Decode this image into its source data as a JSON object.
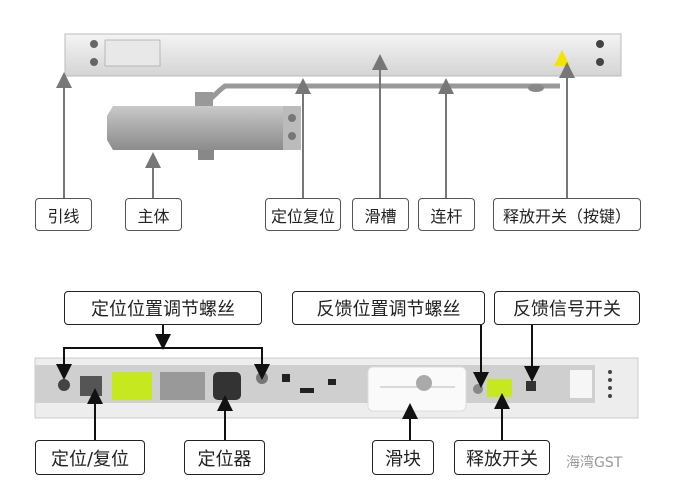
{
  "top_diagram": {
    "plate_text": "",
    "warning_label": "!",
    "labels": [
      "引线",
      "主体",
      "定位复位",
      "滑槽",
      "连杆",
      "释放开关（按键）"
    ]
  },
  "bottom_diagram": {
    "top_labels": [
      "定位位置调节螺丝",
      "反馈位置调节螺丝",
      "反馈信号开关"
    ],
    "bottom_labels": [
      "定位/复位",
      "定位器",
      "滑块",
      "释放开关"
    ]
  },
  "watermark": "海湾GST",
  "colors": {
    "accent_green": "#c6e81f",
    "warning_yellow": "#f5e400",
    "arrow_gray": "#777777"
  }
}
